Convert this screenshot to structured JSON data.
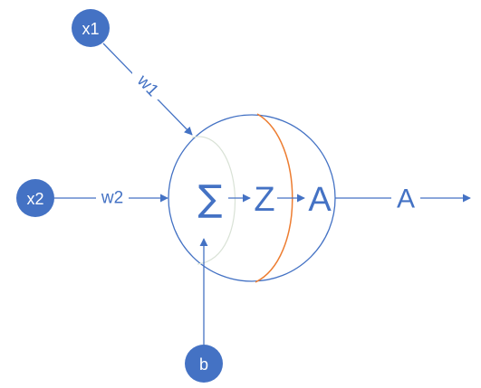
{
  "diagram": {
    "inputs": {
      "x1": "x1",
      "x2": "x2",
      "b": "b"
    },
    "weights": {
      "w1": "w1",
      "w2": "w2"
    },
    "neuron": {
      "sum_symbol": "∑",
      "z_label": "Z",
      "a_label": "A"
    },
    "output": {
      "label": "A"
    },
    "colors": {
      "node_fill": "#4472c4",
      "line": "#4472c4",
      "divider": "#ed7d31",
      "inner_arc": "#d9e2d6",
      "node_text": "#ffffff"
    }
  }
}
